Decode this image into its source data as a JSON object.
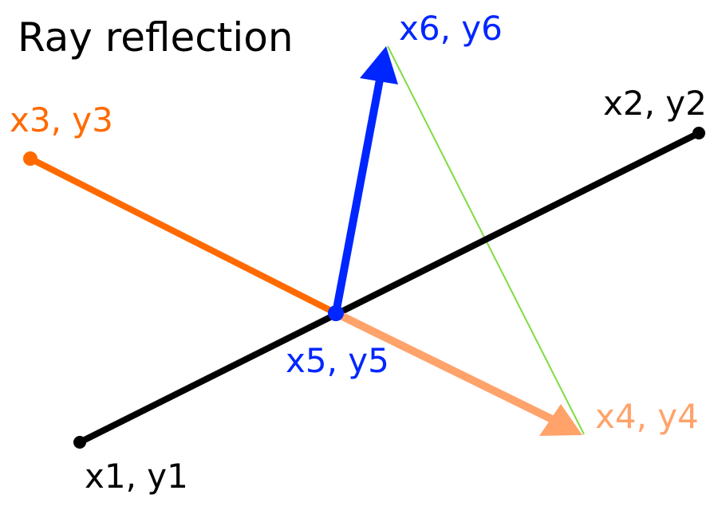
{
  "title": "Ray reflection",
  "labels": {
    "p1": "x1, y1",
    "p2": "x2, y2",
    "p3": "x3, y3",
    "p4": "x4, y4",
    "p5": "x5, y5",
    "p6": "x6, y6"
  },
  "colors": {
    "mirror": "#000000",
    "incident": "#ff6a00",
    "continuation": "#ffa36b",
    "reflected": "#0026ff",
    "guide": "#7fdc3f"
  }
}
